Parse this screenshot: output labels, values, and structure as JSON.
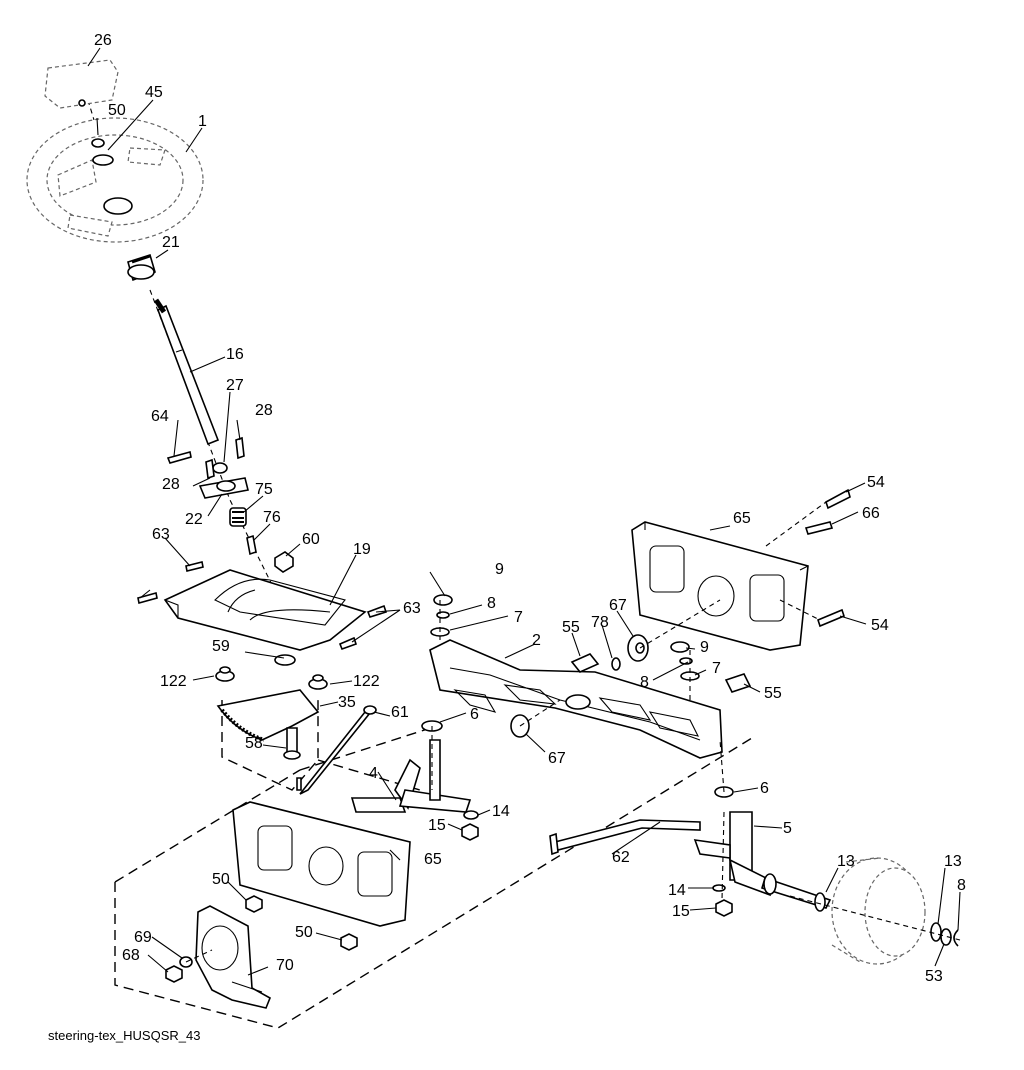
{
  "caption": "steering-tex_HUSQSR_43",
  "callouts": {
    "c26": "26",
    "c45": "45",
    "c50a": "50",
    "c1": "1",
    "c21": "21",
    "c16": "16",
    "c27": "27",
    "c28a": "28",
    "c64": "64",
    "c28b": "28",
    "c75": "75",
    "c22": "22",
    "c76": "76",
    "c60": "60",
    "c19": "19",
    "c63a": "63",
    "c63b": "63",
    "c9a": "9",
    "c8a": "8",
    "c7a": "7",
    "c65a": "65",
    "c54a": "54",
    "c66": "66",
    "c54b": "54",
    "c67a": "67",
    "c78": "78",
    "c55a": "55",
    "c2": "2",
    "c9b": "9",
    "c8b": "8",
    "c7b": "7",
    "c55b": "55",
    "c59": "59",
    "c122a": "122",
    "c122b": "122",
    "c35": "35",
    "c61": "61",
    "c6a": "6",
    "c67b": "67",
    "c58": "58",
    "c4": "4",
    "c14a": "14",
    "c15a": "15",
    "c6b": "6",
    "c5": "5",
    "c65b": "65",
    "c62": "62",
    "c13a": "13",
    "c13b": "13",
    "c8c": "8",
    "c50b": "50",
    "c14b": "14",
    "c15b": "15",
    "c50c": "50",
    "c69": "69",
    "c68": "68",
    "c70": "70",
    "c53": "53"
  }
}
